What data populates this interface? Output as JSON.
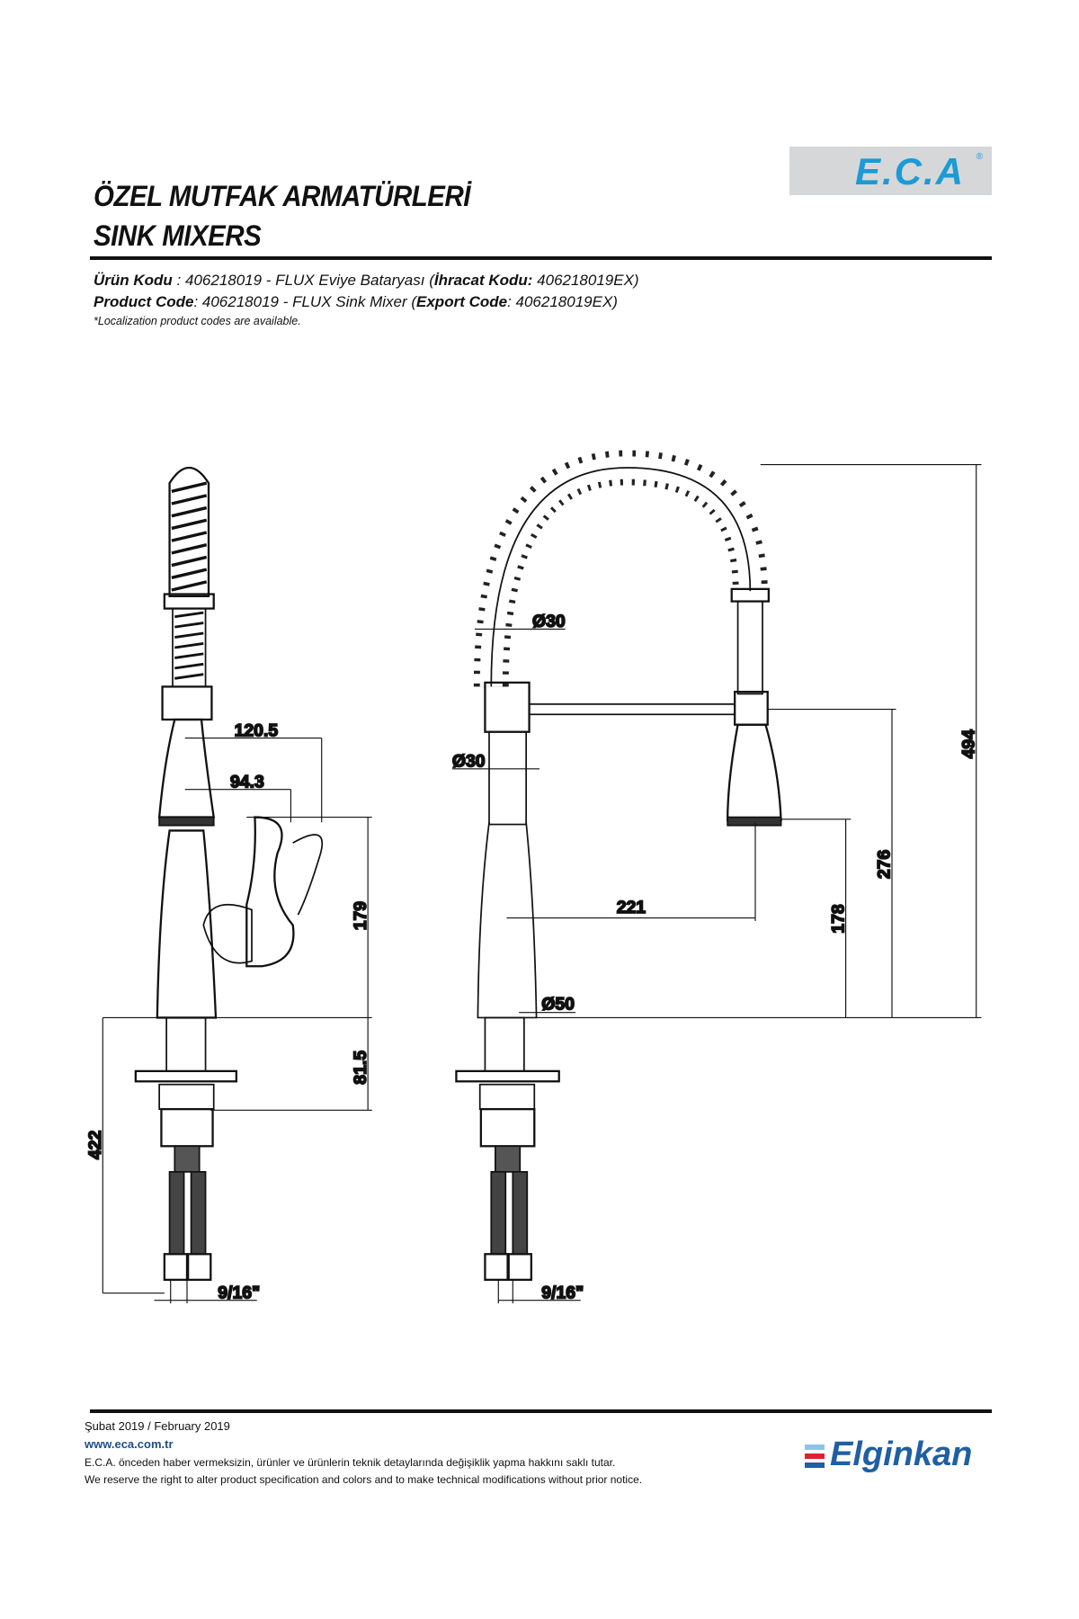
{
  "header": {
    "title_tr": "ÖZEL MUTFAK ARMATÜRLERİ",
    "title_en": "SINK MIXERS",
    "brand_logo": "E.C.A",
    "brand_color": "#1b9ad6"
  },
  "product": {
    "tr_label": "Ürün Kodu",
    "tr_value": " : 406218019 - FLUX Eviye Bataryası (",
    "tr_export_label": "İhracat Kodu:",
    "tr_export_value": " 406218019EX)",
    "en_label": "Product Code",
    "en_value": ": 406218019 - FLUX Sink Mixer (",
    "en_export_label": "Export Code",
    "en_export_value": ": 406218019EX)",
    "note": "*Localization product codes are available."
  },
  "drawing": {
    "side_view": {
      "dim_spout_reach": "120.5",
      "dim_handle_reach": "94.3",
      "dim_body_height": "179",
      "dim_shank_height": "81.5",
      "dim_total_below": "422",
      "dim_connection": "9/16\""
    },
    "front_view": {
      "dim_hose_diameter": "Ø30",
      "dim_tube_diameter": "Ø30",
      "dim_base_diameter": "Ø50",
      "dim_spout_reach": "221",
      "dim_total_height": "494",
      "dim_spout_height": "276",
      "dim_outlet_height": "178",
      "dim_connection": "9/16\""
    }
  },
  "footer": {
    "date": "Şubat 2019 / February 2019",
    "url": "www.eca.com.tr",
    "disclaimer_tr": "E.C.A. önceden haber vermeksizin, ürünler ve ürünlerin teknik detaylarında değişiklik yapma hakkını saklı tutar.",
    "disclaimer_en": "We reserve the right to alter product specification and colors and to make technical modifications without prior notice.",
    "company_logo": "Elginkan",
    "company_color": "#1f5fa3"
  }
}
